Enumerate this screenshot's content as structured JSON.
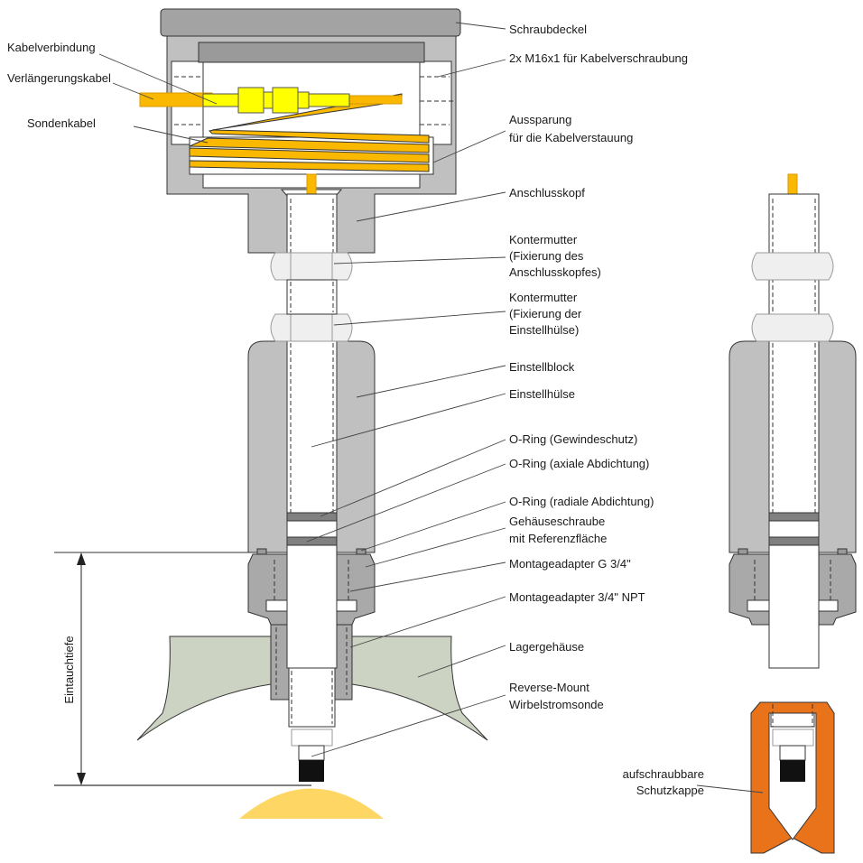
{
  "labels_left": {
    "kabelverbindung": "Kabelverbindung",
    "verlaengerungskabel": "Verlängerungskabel",
    "sondenkabel": "Sondenkabel"
  },
  "labels_right": {
    "schraubdeckel": "Schraubdeckel",
    "m16": "2x M16x1 für Kabelverschraubung",
    "aussparung": [
      "Aussparung",
      "für die Kabelverstauung"
    ],
    "anschlusskopf": "Anschlusskopf",
    "kontermutter1": [
      "Kontermutter",
      "(Fixierung des",
      "Anschlusskopfes)"
    ],
    "kontermutter2": [
      "Kontermutter",
      "(Fixierung der",
      "Einstellhülse)"
    ],
    "einstellblock": "Einstellblock",
    "einstellhuelse": "Einstellhülse",
    "oring_gewinde": "O-Ring (Gewindeschutz)",
    "oring_axial": "O-Ring (axiale Abdichtung)",
    "oring_radial": "O-Ring (radiale Abdichtung)",
    "gehaeuseschraube": [
      "Gehäuseschraube",
      "mit Referenzfläche"
    ],
    "adapter_g": "Montageadapter G 3/4\"",
    "adapter_npt": "Montageadapter 3/4\" NPT",
    "lagergehaeuse": "Lagergehäuse",
    "sonde": [
      "Reverse-Mount",
      "Wirbelstromsonde"
    ]
  },
  "dimension": {
    "label": "Eintauchtiefe"
  },
  "schutzkappe": [
    "aufschraubbare",
    "Schutzkappe"
  ],
  "colors": {
    "steel_light": "#c4c4c4",
    "steel_dark": "#a8a8a8",
    "cable": "#fbb800",
    "connector": "#ffff00",
    "housing": "#cdd3c3",
    "target": "#fdd663",
    "cap": "#e8731a"
  }
}
